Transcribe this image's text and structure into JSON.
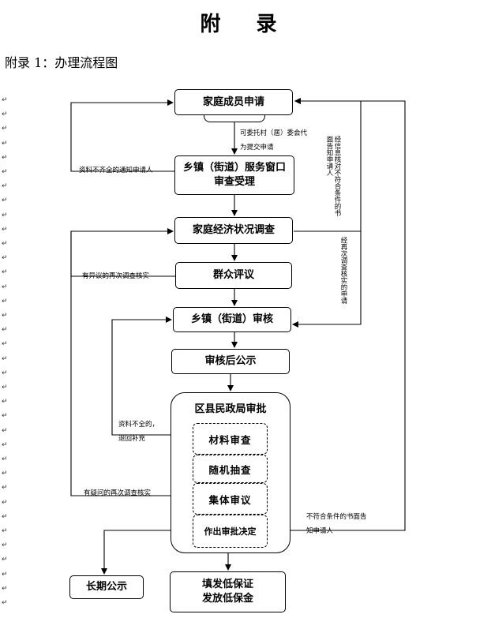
{
  "title": "附 录",
  "subtitle": "附录 1：办理流程图",
  "nodes": {
    "family_apply": "家庭成员申请",
    "window_line1": "乡镇（街道）服务窗口",
    "window_line2": "审查受理",
    "economic_survey": "家庭经济状况调查",
    "public_review": "群众评议",
    "town_audit": "乡镇（街道）审核",
    "post_audit_notice": "审核后公示",
    "district_bureau": "区县民政局审批",
    "material_review": "材料审查",
    "random_check": "随机抽查",
    "group_review": "集体审议",
    "decision": "作出审批决定",
    "long_notice": "长期公示",
    "issue_line1": "填发低保证",
    "issue_line2": "发放低保金"
  },
  "notes": {
    "entrust_line1": "可委托村（居）委会代",
    "entrust_line2": "为提交申请",
    "incomplete_notify": "资料不齐全的通知申请人",
    "objection_resurvey": "有异议的再次调查核实",
    "incomplete_return_line1": "资料不全的，",
    "incomplete_return_line2": "退回补充",
    "doubt_resurvey": "有疑问的再次调查核实",
    "not_qualified_line1": "不符合条件的书面告",
    "not_qualified_line2": "知申请人",
    "vertical_left": "经信息核对不符合条件的书面告知申请人",
    "vertical_right": "经再次调查核实的申请"
  },
  "return_mark": "↵"
}
